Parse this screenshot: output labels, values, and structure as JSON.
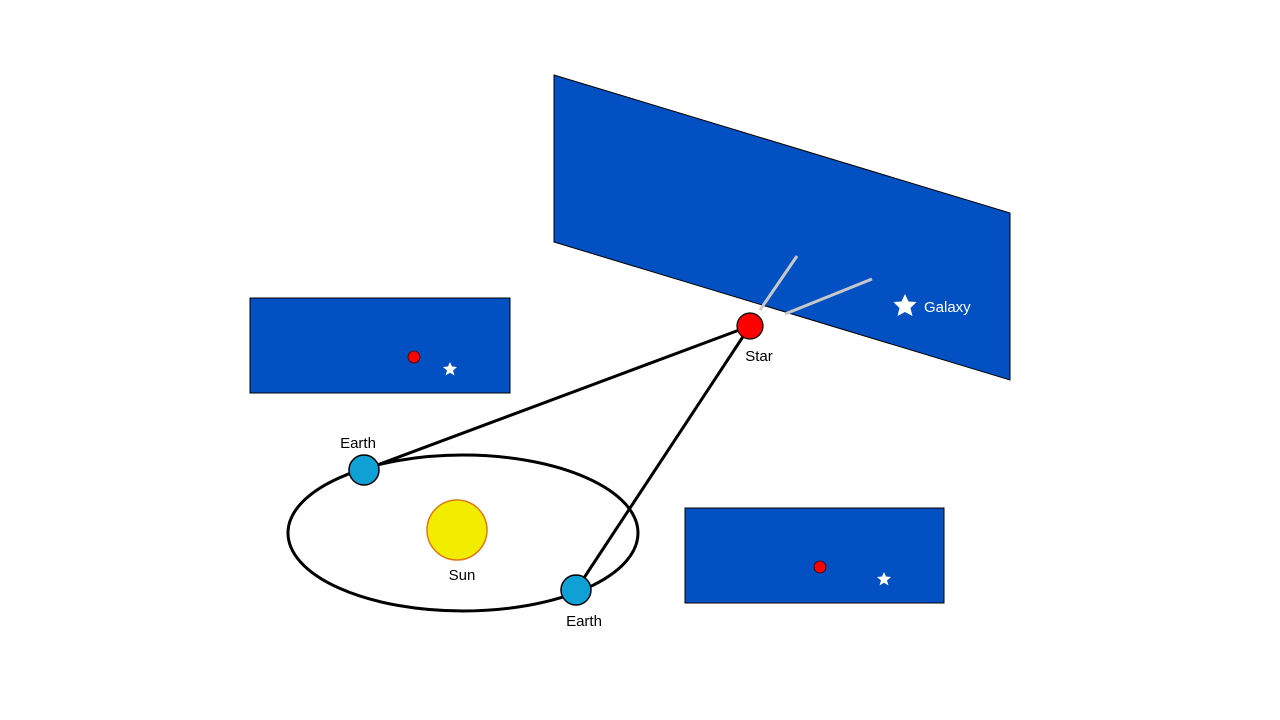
{
  "labels": {
    "galaxy": "Galaxy",
    "star": "Star",
    "earth_top": "Earth",
    "earth_bottom": "Earth",
    "sun": "Sun"
  },
  "colors": {
    "panel_blue": "#0350c3",
    "star_red": "#ff0000",
    "earth_blue": "#0fa0d6",
    "sun_yellow": "#f1ec00",
    "sun_outline": "#e07a13",
    "line_black": "#000000",
    "ray_gray": "#c8c8c8",
    "label_white": "#ffffff"
  }
}
